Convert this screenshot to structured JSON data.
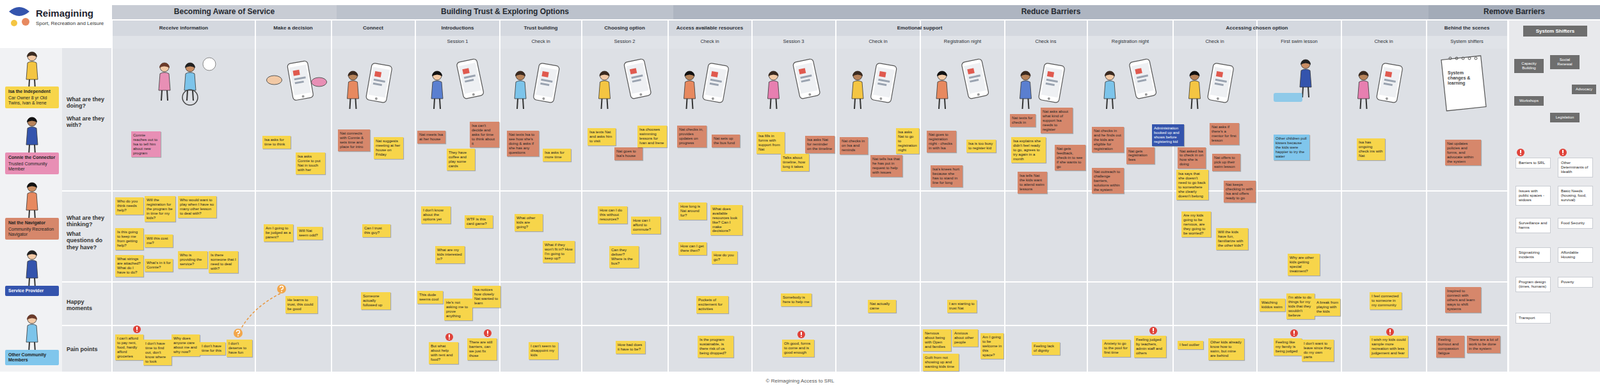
{
  "diagram": {
    "title": "Reimagining",
    "caption": "© Reimagining Access to SRL",
    "nodes": [
      {
        "text": [
          "Becoming Aware of Service"
        ]
      },
      {
        "text": [
          "Building Trust & Exploring Options"
        ]
      },
      {
        "text": [
          "Reduce Barriers"
        ]
      },
      {
        "text": [
          "Remove Barriers"
        ]
      },
      {
        "text": [
          "Isa the Independent",
          "Car Owner 8 yr Old Twins, Ivan & Irene"
        ]
      },
      {
        "text": [
          "Connie the Connector",
          "Trusted Community Member"
        ]
      },
      {
        "text": [
          "Nat the Navigator",
          "Community Recreation Navigator"
        ]
      },
      {
        "text": [
          "Service Provider"
        ]
      },
      {
        "text": [
          "Other Community Members"
        ]
      },
      {
        "text": [
          "Connie reaches out to Isa to tell him about new program"
        ]
      },
      {
        "text": [
          "Who do you think needs help?"
        ]
      },
      {
        "text": [
          "Will the registration for the program be in time for my kids?"
        ]
      },
      {
        "text": [
          "Who would want to play when I have so many other lesson to deal with?"
        ]
      },
      {
        "text": [
          "Is this going to keep me from getting help?"
        ]
      },
      {
        "text": [
          "Will this cost me?"
        ]
      },
      {
        "text": [
          "What strings are attached? What do I have to do?"
        ]
      },
      {
        "text": [
          "What's in it for Connie?"
        ]
      },
      {
        "text": [
          "Who is providing the service?"
        ]
      },
      {
        "text": [
          "Is there someone that I need to deal with?"
        ]
      },
      {
        "text": [
          "I can't afford to pay rent, food, hardly afford groceries"
        ]
      },
      {
        "text": [
          "I don't have time to find out, don't know where to look"
        ]
      },
      {
        "text": [
          "Why does anyone care about me and why now?"
        ]
      },
      {
        "text": [
          "I don't have time for this"
        ]
      },
      {
        "text": [
          "I don't deserve to have fun"
        ]
      },
      {
        "text": [
          "Isa asks for time to think"
        ]
      },
      {
        "text": [
          "Isa asks Connie to put Nat in touch with her"
        ]
      },
      {
        "text": [
          "Am I going to be judged as a parent?"
        ]
      },
      {
        "text": [
          "Will Nat seem odd?"
        ]
      },
      {
        "text": [
          "He learns to trust, this could be good"
        ]
      },
      {
        "text": [
          "Nat connects with Connie & sets time and place for intro"
        ]
      },
      {
        "text": [
          "Nat suggests meeting at her house on Friday"
        ]
      },
      {
        "text": [
          "Can I trust this guy?"
        ]
      },
      {
        "text": [
          "Someone actually followed up"
        ]
      },
      {
        "text": [
          "Nat meets Isa at her house"
        ]
      },
      {
        "text": [
          "They have coffee and play some cards"
        ]
      },
      {
        "text": [
          "Isa can't decide and asks for time to think about it"
        ]
      },
      {
        "text": [
          "I don't know about the options yet"
        ]
      },
      {
        "text": [
          "WTF is this card game?"
        ]
      },
      {
        "text": [
          "What are my kids interested in?"
        ]
      },
      {
        "text": [
          "This dude seems cool"
        ]
      },
      {
        "text": [
          "He's not asking me to prove anything"
        ]
      },
      {
        "text": [
          "Isa notices how closely Nat wanted to learn"
        ]
      },
      {
        "text": [
          "But what about help with rent and food?"
        ]
      },
      {
        "text": [
          "There are still barriers, can we just fix those"
        ]
      },
      {
        "text": [
          "Nat texts Isa to see how she's doing & asks if she has any questions"
        ]
      },
      {
        "text": [
          "Isa asks for more time"
        ]
      },
      {
        "text": [
          "What other kids are going?"
        ]
      },
      {
        "text": [
          "What if they won't fit in? How I'm going to keep up?"
        ]
      },
      {
        "text": [
          "I can't seem to disappoint my kids"
        ]
      },
      {
        "text": [
          "Isa texts Nat and asks him to visit"
        ]
      },
      {
        "text": [
          "Nat goes to Isa's house"
        ]
      },
      {
        "text": [
          "Isa chooses swimming lessons for Ivan and Irene"
        ]
      },
      {
        "text": [
          "How can I do this without resources?"
        ]
      },
      {
        "text": [
          "How can I afford to commute?"
        ]
      },
      {
        "text": [
          "Can they deliver? Where is the bus?"
        ]
      },
      {
        "text": [
          "How bad does it have to be?"
        ]
      },
      {
        "text": [
          "Nat checks in, provides updates on progress"
        ]
      },
      {
        "text": [
          "Nat sets up the bus fund"
        ]
      },
      {
        "text": [
          "How long is Nat around for?"
        ]
      },
      {
        "text": [
          "What does available resources look like? Can I make decisions?"
        ]
      },
      {
        "text": [
          "How can I get there then?"
        ]
      },
      {
        "text": [
          "How do you go?"
        ]
      },
      {
        "text": [
          "Pockets of excitement for activities"
        ]
      },
      {
        "text": [
          "Is the program sustainable, is there risk of us being dropped?"
        ]
      },
      {
        "text": [
          "Isa fills in forms with support from Nat"
        ]
      },
      {
        "text": [
          "Talks about timeline, how long it takes"
        ]
      },
      {
        "text": [
          "Isa asks Nat for reminder on the timeline"
        ]
      },
      {
        "text": [
          "Somebody is here to help me"
        ]
      },
      {
        "text": [
          "Oh good, forms to come and is good enough"
        ]
      },
      {
        "text": [
          "Nat checks in on Isa and reminds"
        ]
      },
      {
        "text": [
          "Nat tells Isa that he has put in request to help with issues"
        ]
      },
      {
        "text": [
          "Isa asks Nat to go to registration night"
        ]
      },
      {
        "text": [
          "Nat actually came"
        ]
      },
      {
        "text": [
          "Nat goes to registration night - checks in with Isa"
        ]
      },
      {
        "text": [
          "Isa's knees hurt because she has to stand in line for long"
        ]
      },
      {
        "text": [
          "Isa is too busy to register kid"
        ]
      },
      {
        "text": [
          "I am starting to trust Nat"
        ]
      },
      {
        "text": [
          "Nervous about being with Open and families"
        ]
      },
      {
        "text": [
          "Anxious about other people"
        ]
      },
      {
        "text": [
          "Guilt from not showing up and wanting kids time"
        ]
      },
      {
        "text": [
          "Am I going to be welcome in this space?"
        ]
      },
      {
        "text": [
          "Nat texts for check in"
        ]
      },
      {
        "text": [
          "Nat asks about what kind of support Isa needs to register"
        ]
      },
      {
        "text": [
          "Isa explains she didn't feel ready to go, agrees to try again in a month"
        ]
      },
      {
        "text": [
          "Isa tells Nat the kids want to attend swim lessons"
        ]
      },
      {
        "text": [
          "Nat gets feedback, check-in to see if she wants to go"
        ]
      },
      {
        "text": [
          "Feeling lack of dignity"
        ]
      },
      {
        "text": [
          "Nat checks in and he finds out the kids are eligible for registration"
        ]
      },
      {
        "text": [
          "Nat gets registration fees"
        ]
      },
      {
        "text": [
          "Administration booked up and shows before registering kid"
        ]
      },
      {
        "text": [
          "Nat outreach to challenge barriers, solutions within the system"
        ]
      },
      {
        "text": [
          "Anxiety to go to the pool for first time"
        ]
      },
      {
        "text": [
          "Feeling judged by teachers, admin staff and others"
        ]
      },
      {
        "text": [
          "Nat asked Isa to check in on how she is doing"
        ]
      },
      {
        "text": [
          "Nat asks if there's a mentor for first lesson"
        ]
      },
      {
        "text": [
          "Isa says that she doesn't need to go back to somewhere she clearly doesn't belong"
        ]
      },
      {
        "text": [
          "Nat offers to pick up their swim lesson"
        ]
      },
      {
        "text": [
          "Nat keeps checking in with Isa and offers ready to go"
        ]
      },
      {
        "text": [
          "Are my kids going to be nervous, are they going to be worried?"
        ]
      },
      {
        "text": [
          "Will the kids have fun, familiarize with the other kids?"
        ]
      },
      {
        "text": [
          "I feel outlier"
        ]
      },
      {
        "text": [
          "Other kids already know how to swim, but mine are behind"
        ]
      },
      {
        "text": [
          "Other children pull kisses because the kids were happier to try the water"
        ]
      },
      {
        "text": [
          "Why are other kids getting special treatment?"
        ]
      },
      {
        "text": [
          "Watching kiddos swim"
        ]
      },
      {
        "text": [
          "I'm able to do things for my kids that they wouldn't believe"
        ]
      },
      {
        "text": [
          "A break from playing with the kids"
        ]
      },
      {
        "text": [
          "Feeling like my family is being judged"
        ]
      },
      {
        "text": [
          "I don't want to leave since they do my own parts"
        ]
      },
      {
        "text": [
          "Isa has ongoing check ins with Nat"
        ]
      },
      {
        "text": [
          "I feel connected to someone in my community"
        ]
      },
      {
        "text": [
          "I wish my kids could sample more recreation with less judgement and fear"
        ]
      },
      {
        "text": [
          "Nat updates policies and forms, and advocate within the system"
        ]
      },
      {
        "text": [
          "Inspired to connect with others and learn ways to shift systems"
        ]
      },
      {
        "text": [
          "Feeling burnout and compassion fatigue"
        ]
      },
      {
        "text": [
          "There are a lot of work to be done in the system"
        ]
      },
      {
        "text": [
          "System Shifters"
        ]
      },
      {
        "text": [
          "Capacity Building"
        ]
      },
      {
        "text": [
          "Social Renewal"
        ]
      },
      {
        "text": [
          "Advocacy"
        ]
      },
      {
        "text": [
          "Workshops"
        ]
      },
      {
        "text": [
          "Legislation"
        ]
      },
      {
        "text": [
          "Barriers to SRL"
        ]
      },
      {
        "text": [
          "Other Determinants of Health"
        ]
      },
      {
        "text": [
          "Issues with public spaces - widows"
        ]
      },
      {
        "text": [
          "Basic Needs (housing, food, survival)"
        ]
      },
      {
        "text": [
          "Surveillance and harms"
        ]
      },
      {
        "text": [
          "Food Security"
        ]
      },
      {
        "text": [
          "Stigmatizing incidents"
        ]
      },
      {
        "text": [
          "Affordable Housing"
        ]
      },
      {
        "text": [
          "Program design (times, humans)"
        ]
      },
      {
        "text": [
          "Poverty"
        ]
      },
      {
        "text": [
          "Transport"
        ]
      }
    ],
    "labels": [
      "Sport, Recreation and Leisure",
      "What are they doing?",
      "What are they with?",
      "What are they thinking?",
      "What questions do they have?",
      "Happy moments",
      "Pain points",
      "Receive information",
      "Make a decision",
      "Connect",
      "Introductions",
      "Trust building",
      "Choosing option",
      "Access available resources",
      "Emotional support",
      "Accessing chosen option",
      "Behind the scenes",
      "Session 1",
      "Check in",
      "Session 2",
      "Check in",
      "Session 3",
      "Check in",
      "Registration night",
      "Check ins",
      "Registration night",
      "Check in",
      "First swim lesson",
      "Check in",
      "System shifters",
      "System changes & learning"
    ]
  }
}
